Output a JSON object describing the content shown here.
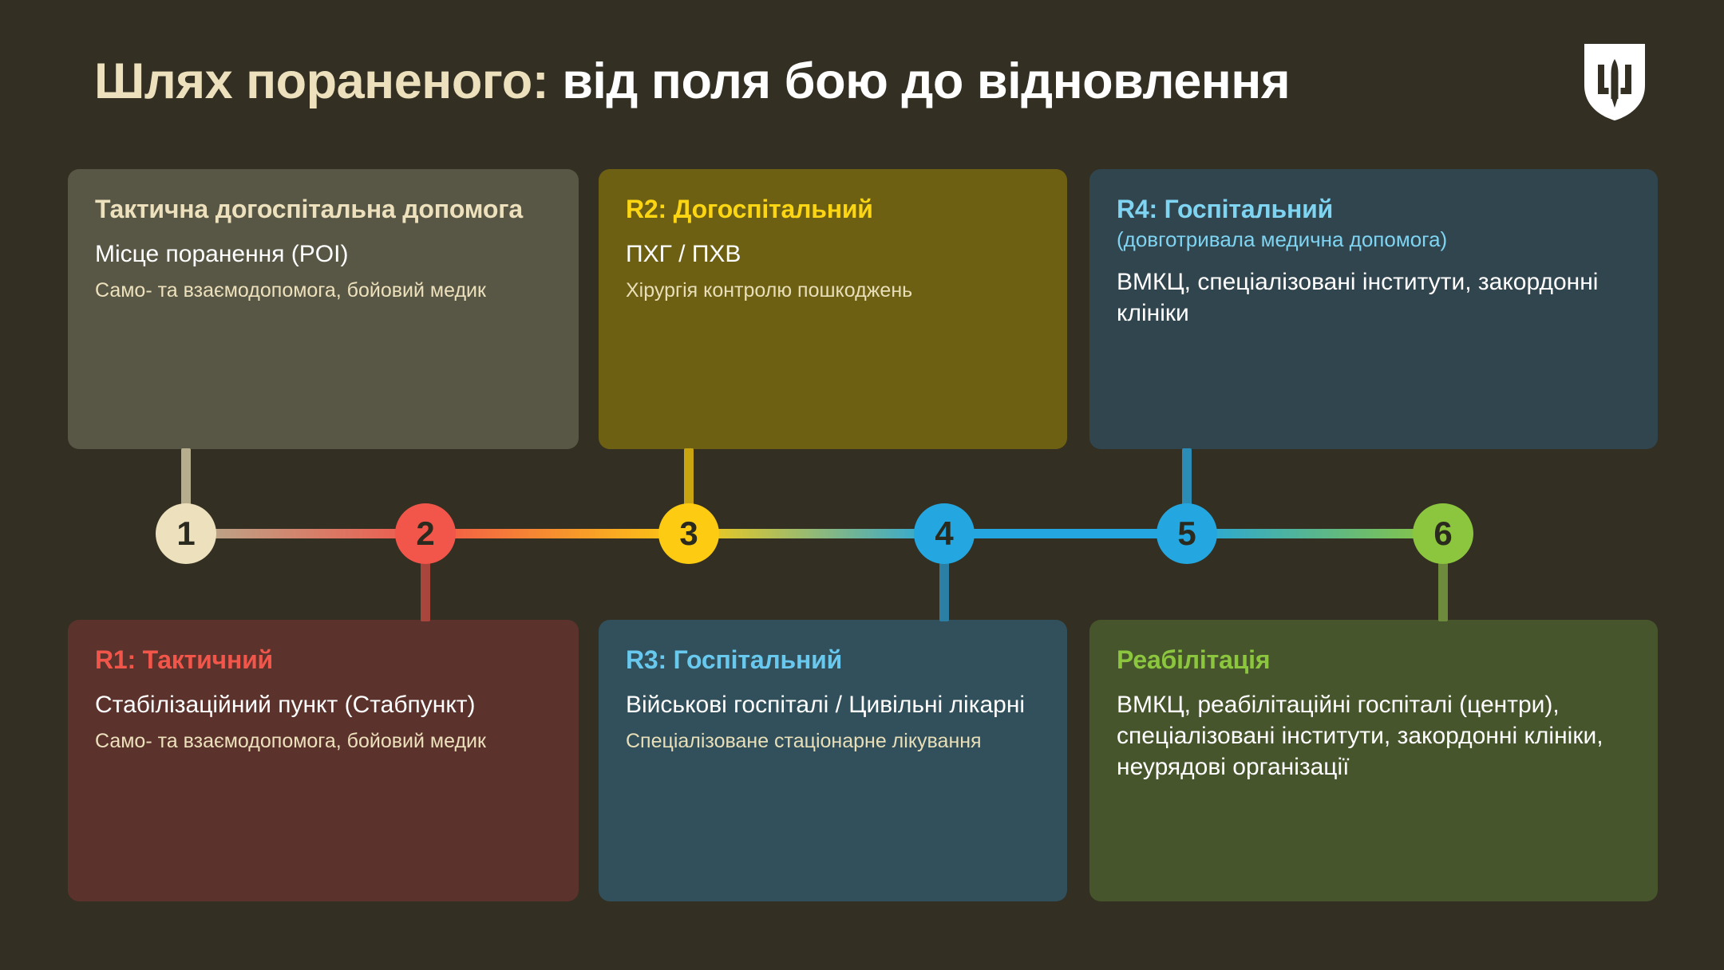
{
  "header": {
    "title_accent": "Шлях пораненого:",
    "title_rest": " від поля бою до відновлення",
    "emblem_name": "ukrainian-armed-forces-trident-shield"
  },
  "colors": {
    "background": "#332F22",
    "title_accent": "#EDE0BC",
    "title_rest": "#FFFFFF",
    "node_1": "#EDE0BC",
    "node_2": "#F2564A",
    "node_3": "#FCCB12",
    "node_4": "#24A7E0",
    "node_5": "#24A7E0",
    "node_6": "#8CC63E"
  },
  "timeline": {
    "nodes": [
      {
        "number": "1",
        "color": "#EDE0BC"
      },
      {
        "number": "2",
        "color": "#F2564A"
      },
      {
        "number": "3",
        "color": "#FCCB12"
      },
      {
        "number": "4",
        "color": "#24A7E0"
      },
      {
        "number": "5",
        "color": "#24A7E0"
      },
      {
        "number": "6",
        "color": "#8CC63E"
      }
    ]
  },
  "cards": [
    {
      "step": "1",
      "position": "top",
      "title": "Тактична догоспітальна допомога",
      "title_color": "#EDE0BC",
      "subnote": "",
      "main": "Місце поранення (POI)",
      "desc": "Само- та взаємодопомога, бойовий медик",
      "desc_color": "#EDE0BC",
      "background": "#585745"
    },
    {
      "step": "3",
      "position": "top",
      "title": "R2: Догоспітальний",
      "title_color": "#FCD612",
      "subnote": "",
      "main": "ПХГ / ПХВ",
      "desc": "Хірургія контролю пошкоджень",
      "desc_color": "#E8DFB8",
      "background": "#6E6013"
    },
    {
      "step": "5",
      "position": "top",
      "title": "R4: Госпітальний",
      "title_color": "#7FD4F2",
      "subnote": "(довготривала медична допомога)",
      "subnote_color": "#7FD4F2",
      "main": "ВМКЦ, спеціалізовані інститути, закордонні клініки",
      "desc": "",
      "background": "#31454F"
    },
    {
      "step": "2",
      "position": "bottom",
      "title": "R1: Тактичний",
      "title_color": "#F2564A",
      "subnote": "",
      "main": "Стабілізаційний пункт (Стабпункт)",
      "desc": "Само- та взаємодопомога, бойовий медик",
      "desc_color": "#EDE0BC",
      "background": "#5B332C"
    },
    {
      "step": "4",
      "position": "bottom",
      "title": "R3: Госпітальний",
      "title_color": "#68C8EE",
      "subnote": "",
      "main": "Військові госпіталі / Цивільні лікарні",
      "desc": "Спеціалізоване стаціонарне лікування",
      "desc_color": "#E8DFB8",
      "background": "#31505B"
    },
    {
      "step": "6",
      "position": "bottom",
      "title": "Реабілітація",
      "title_color": "#8CC63E",
      "subnote": "",
      "main": "ВМКЦ, реабілітаційні госпіталі (центри), спеціалізовані інститути, закордонні клініки, неурядові організації",
      "desc": "",
      "background": "#46552C"
    }
  ]
}
